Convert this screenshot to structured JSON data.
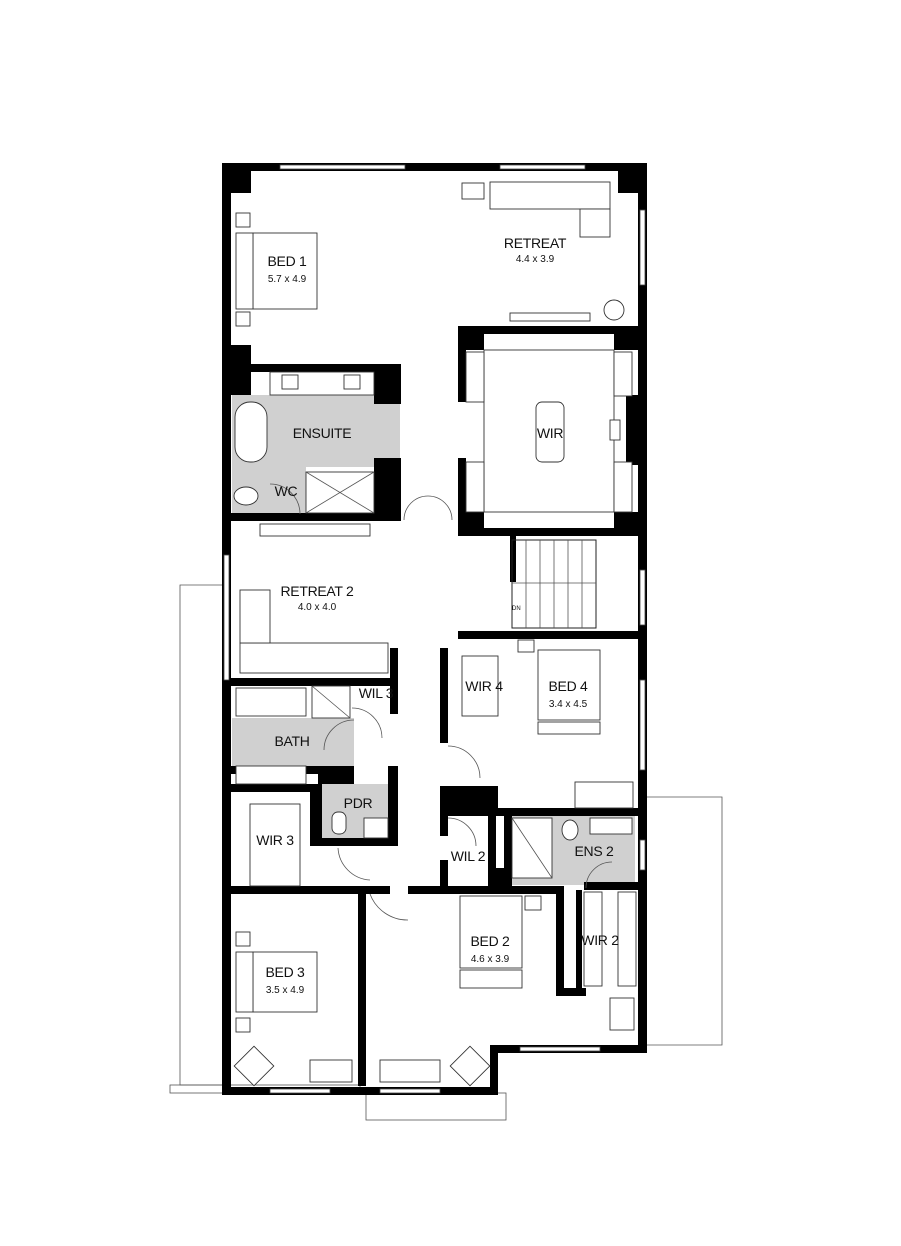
{
  "rooms": {
    "bed1": {
      "name": "BED 1",
      "dims": "5.7 x 4.9"
    },
    "retreat": {
      "name": "RETREAT",
      "dims": "4.4 x 3.9"
    },
    "wir": {
      "name": "WIR"
    },
    "ensuite": {
      "name": "ENSUITE"
    },
    "wc": {
      "name": "WC"
    },
    "retreat2": {
      "name": "RETREAT 2",
      "dims": "4.0 x 4.0"
    },
    "wil3": {
      "name": "WIL 3"
    },
    "bath": {
      "name": "BATH"
    },
    "pdr": {
      "name": "PDR"
    },
    "wir3": {
      "name": "WIR 3"
    },
    "wir4": {
      "name": "WIR 4"
    },
    "bed4": {
      "name": "BED 4",
      "dims": "3.4 x 4.5"
    },
    "wil2": {
      "name": "WIL 2"
    },
    "ens2": {
      "name": "ENS 2"
    },
    "bed2": {
      "name": "BED 2",
      "dims": "4.6 x 3.9"
    },
    "wir2": {
      "name": "WIR 2"
    },
    "bed3": {
      "name": "BED 3",
      "dims": "3.5 x 4.9"
    }
  },
  "stair": {
    "label": "DN"
  },
  "colors": {
    "wall": "#000000",
    "wet_area": "#d0d0d0",
    "background": "#ffffff"
  }
}
